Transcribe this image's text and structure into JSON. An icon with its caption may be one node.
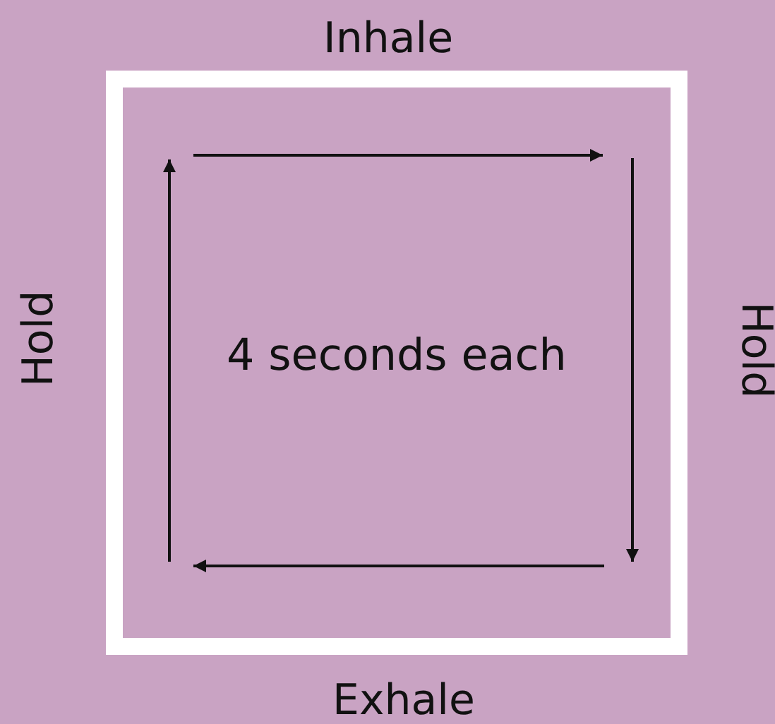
{
  "diagram": {
    "nodes": [
      {
        "text": [
          "4 seconds each"
        ]
      }
    ],
    "edges": [],
    "labels": [
      "Inhale",
      "Hold",
      "Hold",
      "Exhale"
    ]
  }
}
